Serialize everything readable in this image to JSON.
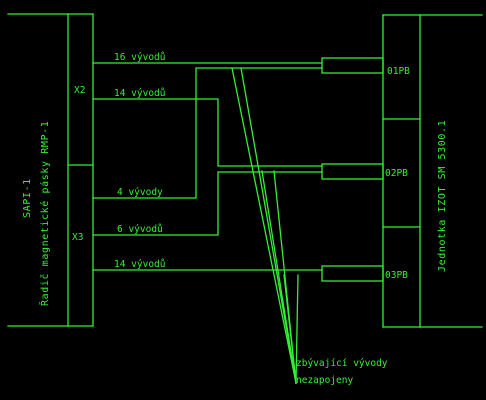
{
  "left_system": "SAPI-1",
  "left_device": "Řadič magnetické pásky  RMP-1",
  "connector_top": "X2",
  "connector_bottom": "X3",
  "right_device": "Jednotka IZOT SM 5300.1",
  "blocks": [
    "01PB",
    "02PB",
    "03PB"
  ],
  "wires": [
    "16 vývodů",
    "14 vývodů",
    "4 vývody",
    "6 vývodů",
    "14 vývodů"
  ],
  "note": {
    "line1": "zbývající vývody",
    "line2": "nezapojeny"
  }
}
